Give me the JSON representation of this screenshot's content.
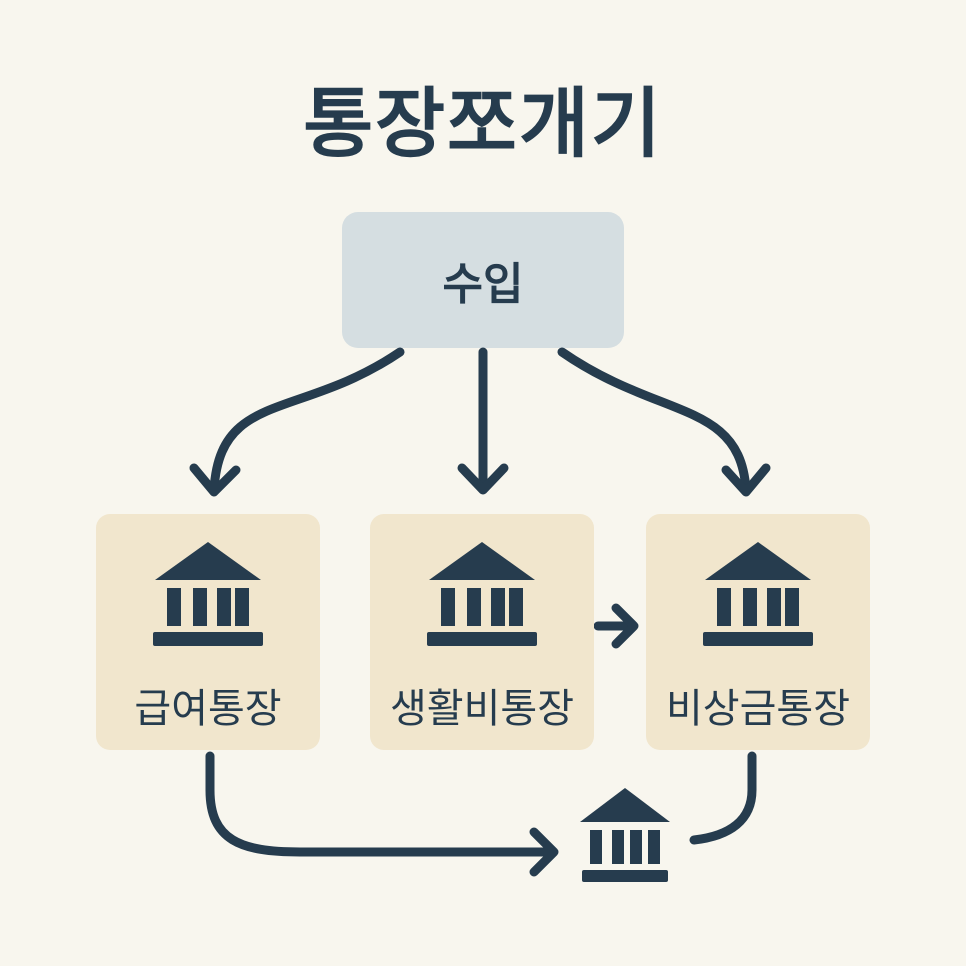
{
  "title": "통장쪼개기",
  "income": {
    "label": "수입"
  },
  "accounts": [
    {
      "label": "급여통장",
      "icon": "bank-icon"
    },
    {
      "label": "생활비통장",
      "icon": "bank-icon"
    },
    {
      "label": "비상금통장",
      "icon": "bank-icon"
    }
  ],
  "destination": {
    "icon": "bank-icon"
  },
  "colors": {
    "background": "#f8f6ee",
    "ink": "#263c4e",
    "income_box": "#d5dee1",
    "account_box": "#f1e6cd"
  }
}
